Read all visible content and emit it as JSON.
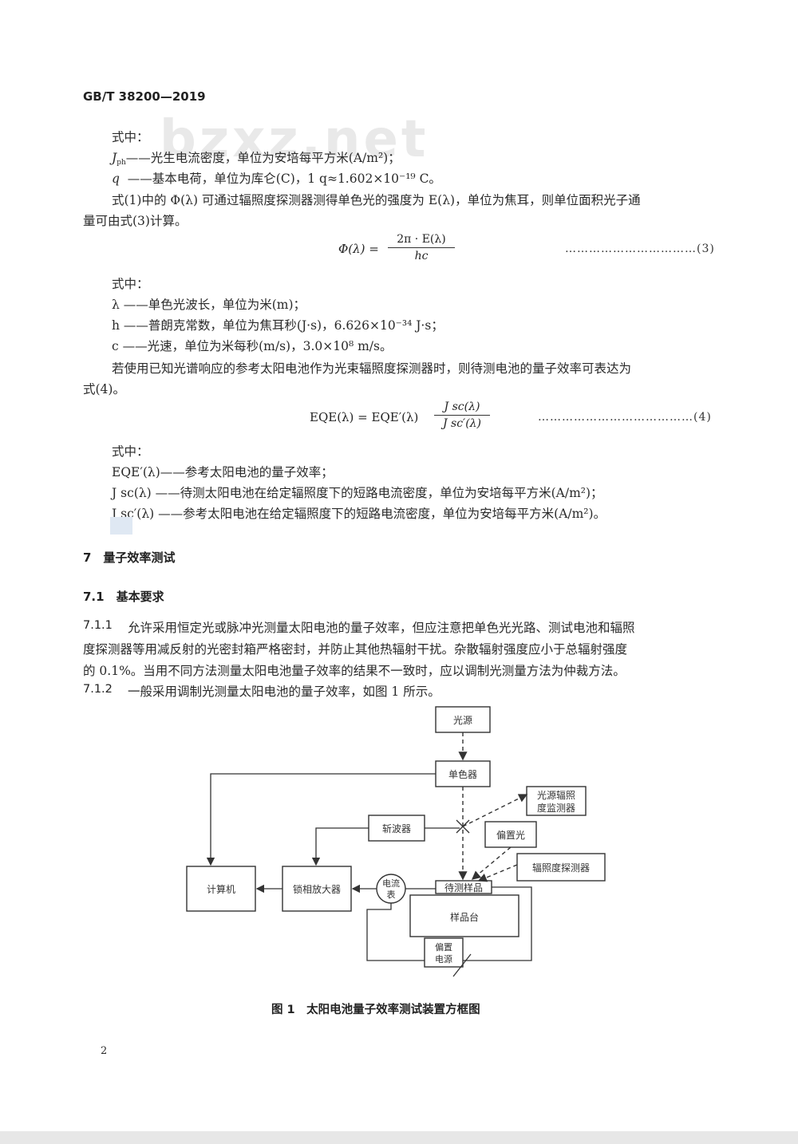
{
  "header": {
    "standard_no": "GB/T 38200—2019"
  },
  "watermark": "bzxz.net",
  "block1": {
    "shizhong": "式中：",
    "jph_sym": "J",
    "jph_sub": "ph",
    "jph_desc": "——光生电流密度，单位为安培每平方米(A/m²)；",
    "q_sym": "q",
    "q_desc": "——基本电荷，单位为库仑(C)，1 q≈1.602×10⁻¹⁹ C。",
    "para_line1": "式(1)中的 Φ(λ) 可通过辐照度探测器测得单色光的强度为 E(λ)，单位为焦耳，则单位面积光子通",
    "para_line2": "量可由式(3)计算。"
  },
  "eq3": {
    "lhs": "Φ(λ) =",
    "num": "2π · E(λ)",
    "den": "hc",
    "tag": "……………………………(3)"
  },
  "block2": {
    "shizhong": "式中：",
    "lambda": "λ ——单色光波长，单位为米(m)；",
    "h": "h ——普朗克常数，单位为焦耳秒(J·s)，6.626×10⁻³⁴ J·s；",
    "c": "c ——光速，单位为米每秒(m/s)，3.0×10⁸ m/s。",
    "para_line1": "若使用已知光谱响应的参考太阳电池作为光束辐照度探测器时，则待测电池的量子效率可表达为",
    "para_line2": "式(4)。"
  },
  "eq4": {
    "lhs": "EQE(λ) = EQE′(λ)",
    "num": "J sc(λ)",
    "den": "J sc′(λ)",
    "tag": "…………………………………(4)"
  },
  "block3": {
    "shizhong": "式中：",
    "eqe_ref": "EQE′(λ)——参考太阳电池的量子效率；",
    "jsc": "J sc(λ)  ——待测太阳电池在给定辐照度下的短路电流密度，单位为安培每平方米(A/m²)；",
    "jsc_ref": "J sc′(λ) ——参考太阳电池在给定辐照度下的短路电流密度，单位为安培每平方米(A/m²)。"
  },
  "section7": {
    "title": "7　量子效率测试",
    "sub71": "7.1　基本要求",
    "c711_no": "7.1.1",
    "c711_line1": "允许采用恒定光或脉冲光测量太阳电池的量子效率，但应注意把单色光光路、测试电池和辐照",
    "c711_line2": "度探测器等用减反射的光密封箱严格密封，并防止其他热辐射干扰。杂散辐射强度应小于总辐射强度",
    "c711_line3": "的 0.1%。当用不同方法测量太阳电池量子效率的结果不一致时，应以调制光测量方法为仲裁方法。",
    "c712_no": "7.1.2",
    "c712_text": "一般采用调制光测量太阳电池的量子效率，如图 1 所示。"
  },
  "diagram": {
    "light_source": "光源",
    "monochromator": "单色器",
    "source_irr_detector_1": "光源辐照",
    "source_irr_detector_2": "度监测器",
    "chopper": "斩波器",
    "bias_light": "偏置光",
    "irradiance_detector": "辐照度探测器",
    "computer": "计算机",
    "lockin": "锁相放大器",
    "ammeter_1": "电流",
    "ammeter_2": "表",
    "sample": "待测样品",
    "stage": "样品台",
    "bias_supply_1": "偏置",
    "bias_supply_2": "电源"
  },
  "figure_caption": "图 1　太阳电池量子效率测试装置方框图",
  "page_number": "2"
}
